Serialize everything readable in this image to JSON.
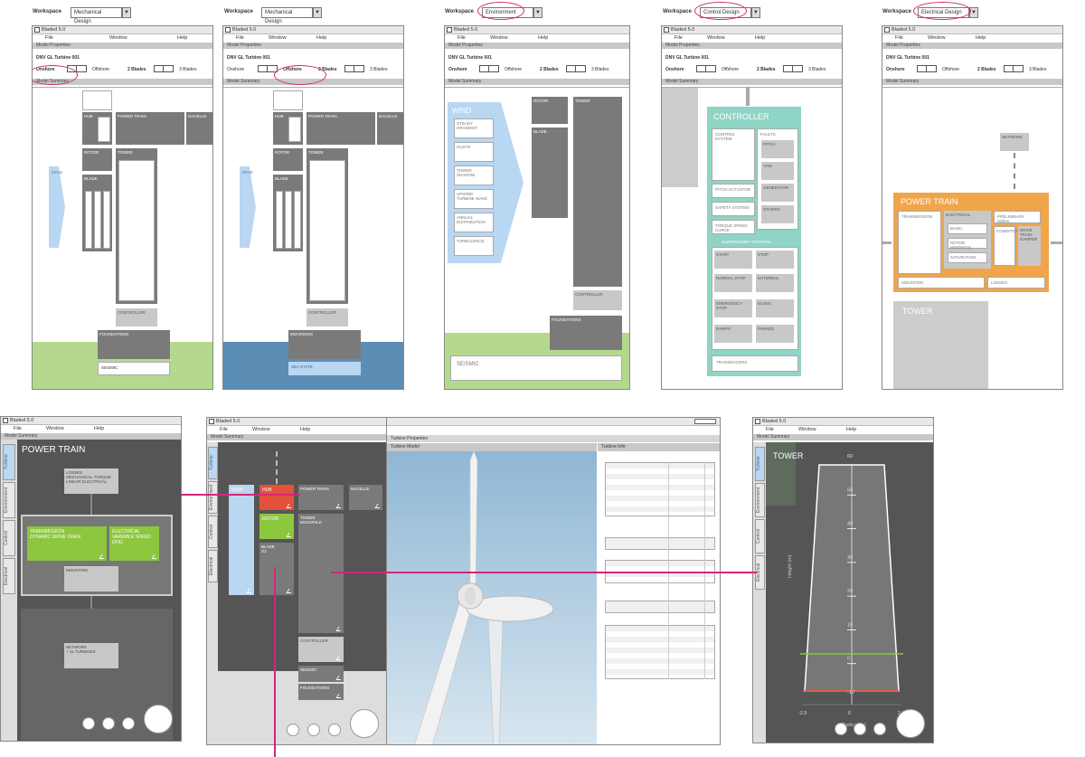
{
  "workspace_label": "Workspace",
  "workspaces": [
    "Mechanical Design",
    "Mechanical Design",
    "Environment",
    "Control Design",
    "Electrical Design"
  ],
  "app_title": "Bladed 5.0",
  "menu": {
    "file": "File",
    "window": "Window",
    "help": "Help"
  },
  "sections": {
    "model_properties": "Model Properties",
    "model_summary": "Model Summary",
    "turbine_properties": "Turbine Properties",
    "turbine_model": "Turbine Model",
    "turbine_info": "Turbine Info"
  },
  "turbine_name": "DNV GL Turbine 001",
  "props": {
    "onshore": "Onshore",
    "offshore": "Offshore",
    "blades2": "2 Blades",
    "blades3": "3 Blades"
  },
  "mech": {
    "hub": "HUB",
    "power_train": "POWER TRAIN",
    "nacelle": "NACELLE",
    "rotor": "ROTOR",
    "tower": "TOWER",
    "blade": "BLADE",
    "wind": "WIND",
    "controller": "CONTROLLER",
    "foundations": "FOUNDATIONS",
    "seismic": "SEISMIC",
    "moorings": "MOORINGS",
    "sea_state": "SEA STATE"
  },
  "env": {
    "wind": "WIND",
    "items": [
      "STEADY GRADIENT",
      "GUSTS",
      "TOWER SHADOW",
      "UPWIND TURBINE WAKE",
      "ANNUAL DISTRIBUTION",
      "TURBULENCE"
    ],
    "rotor": "ROTOR",
    "tower": "TOWER",
    "blade": "BLADE",
    "controller": "CONTROLLER",
    "foundations": "FOUNDATIONS",
    "seismic": "SEISMIC"
  },
  "ctrl": {
    "title": "CONTROLLER",
    "control_system": "CONTROL SYSTEM",
    "faults": "FAULTS",
    "pitch": "PITCH",
    "yaw": "YAW",
    "generator": "GENERATOR",
    "others": "OTHERS",
    "pitch_actuator": "PITCH ACTUATOR",
    "safety_system": "SAFETY SYSTEM",
    "torque_curve": "TORQUE SPEED CURVE",
    "supervisory": "SUPERVISORY CONTROL",
    "start": "START",
    "stop": "STOP",
    "normal_stop": "NORMAL STOP",
    "external": "EXTERNAL",
    "emergency_stop": "EMERGENCY STOP",
    "idling": "IDLING",
    "ramps": "RAMPS",
    "parked": "PARKED",
    "transducers": "TRANSDUCERS"
  },
  "elec": {
    "network": "NETWORK",
    "power_train": "POWER TRAIN",
    "transmission": "TRANSMISSION",
    "electrical": "ELECTRICAL",
    "basic": "BASIC",
    "rotor_windings": "ROTOR WINDINGS",
    "saturation": "SATURATION",
    "preliminary_sizes": "PRELIMINARY SIZES",
    "conditions": "CONDITIONS",
    "drive_train_damper": "DRIVE TRAIN DAMPER",
    "mounting": "MOUNTING",
    "losses": "LOSSES",
    "tower": "TOWER"
  },
  "pt": {
    "title": "POWER TRAIN",
    "losses": "LOSSES",
    "losses_sub": "MECHANICAL TORQUE\nLINEAR ELECTRICAL",
    "transmission": "TRANSMISSION",
    "transmission_sub": "DYNAMIC DRIVE TRAIN",
    "electrical": "ELECTRICAL",
    "electrical_sub": "VARIABLE SPEED\nDFIG",
    "mounting": "MOUNTING",
    "network": "NETWORK",
    "network_sub": "+ 11 TURBINES"
  },
  "tabs": [
    "Turbine",
    "Environment",
    "Control",
    "Electrical"
  ],
  "main": {
    "wind": "WIND",
    "hub": "HUB",
    "power_train": "POWER TRAIN",
    "nacelle": "NACELLE",
    "rotor": "ROTOR",
    "tower": "TOWER",
    "tower_sub": "MONOPILE",
    "blade": "BLADE",
    "blade_sub": "X3",
    "controller": "CONTROLLER",
    "seismic": "SEISMIC",
    "foundations": "FOUNDATIONS"
  },
  "tower_plot": {
    "title": "TOWER",
    "ylabel": "Height (m)",
    "xlabel": "Radius (m)",
    "yticks": [
      "60",
      "50",
      "40",
      "30",
      "20",
      "10",
      "0",
      "-10"
    ],
    "xticks": [
      "-2.5",
      "0",
      "2.5"
    ]
  },
  "colors": {
    "accent_green": "#8dc63f",
    "accent_red": "#e4513a",
    "orange": "#f0a54a",
    "teal": "#8fd4c4",
    "wind_blue": "#b9d6f2",
    "magenta": "#d3267a",
    "sea": "#5c8db5"
  }
}
